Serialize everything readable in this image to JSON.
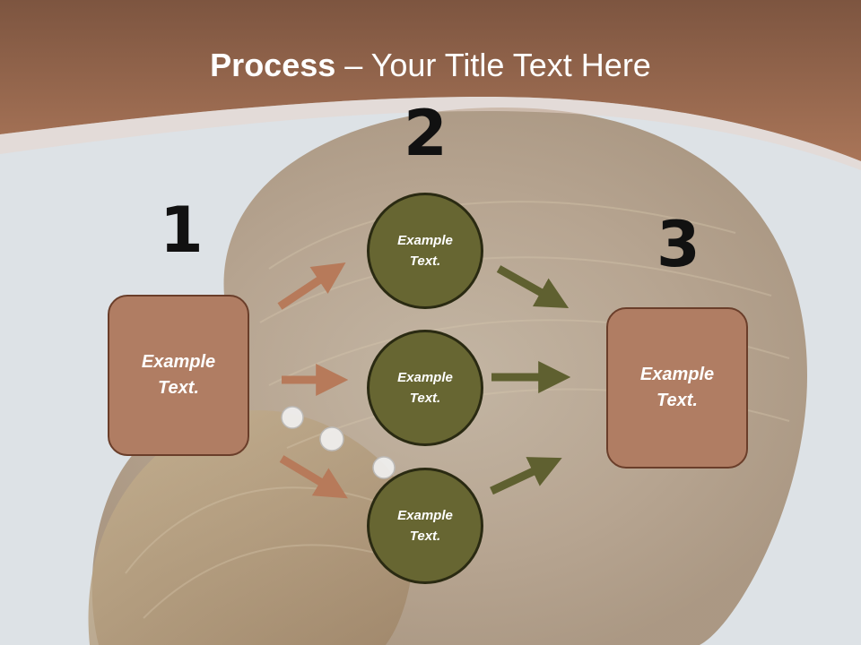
{
  "slide": {
    "title_bold": "Process",
    "title_rest": " – Your Title Text Here"
  },
  "steps": {
    "step1_number": "1",
    "step2_number": "2",
    "step3_number": "3"
  },
  "boxes": {
    "left_text": "Example\nText.",
    "right_text": "Example\nText."
  },
  "circles": {
    "top_text": "Example\nText.",
    "middle_text": "Example\nText.",
    "bottom_text": "Example\nText."
  },
  "colors": {
    "header_brown": "#9c6a4e",
    "box_fill": "#b07d63",
    "circle_fill": "#676632",
    "arrow_brown": "#b77a5a",
    "arrow_olive": "#5f6030"
  }
}
